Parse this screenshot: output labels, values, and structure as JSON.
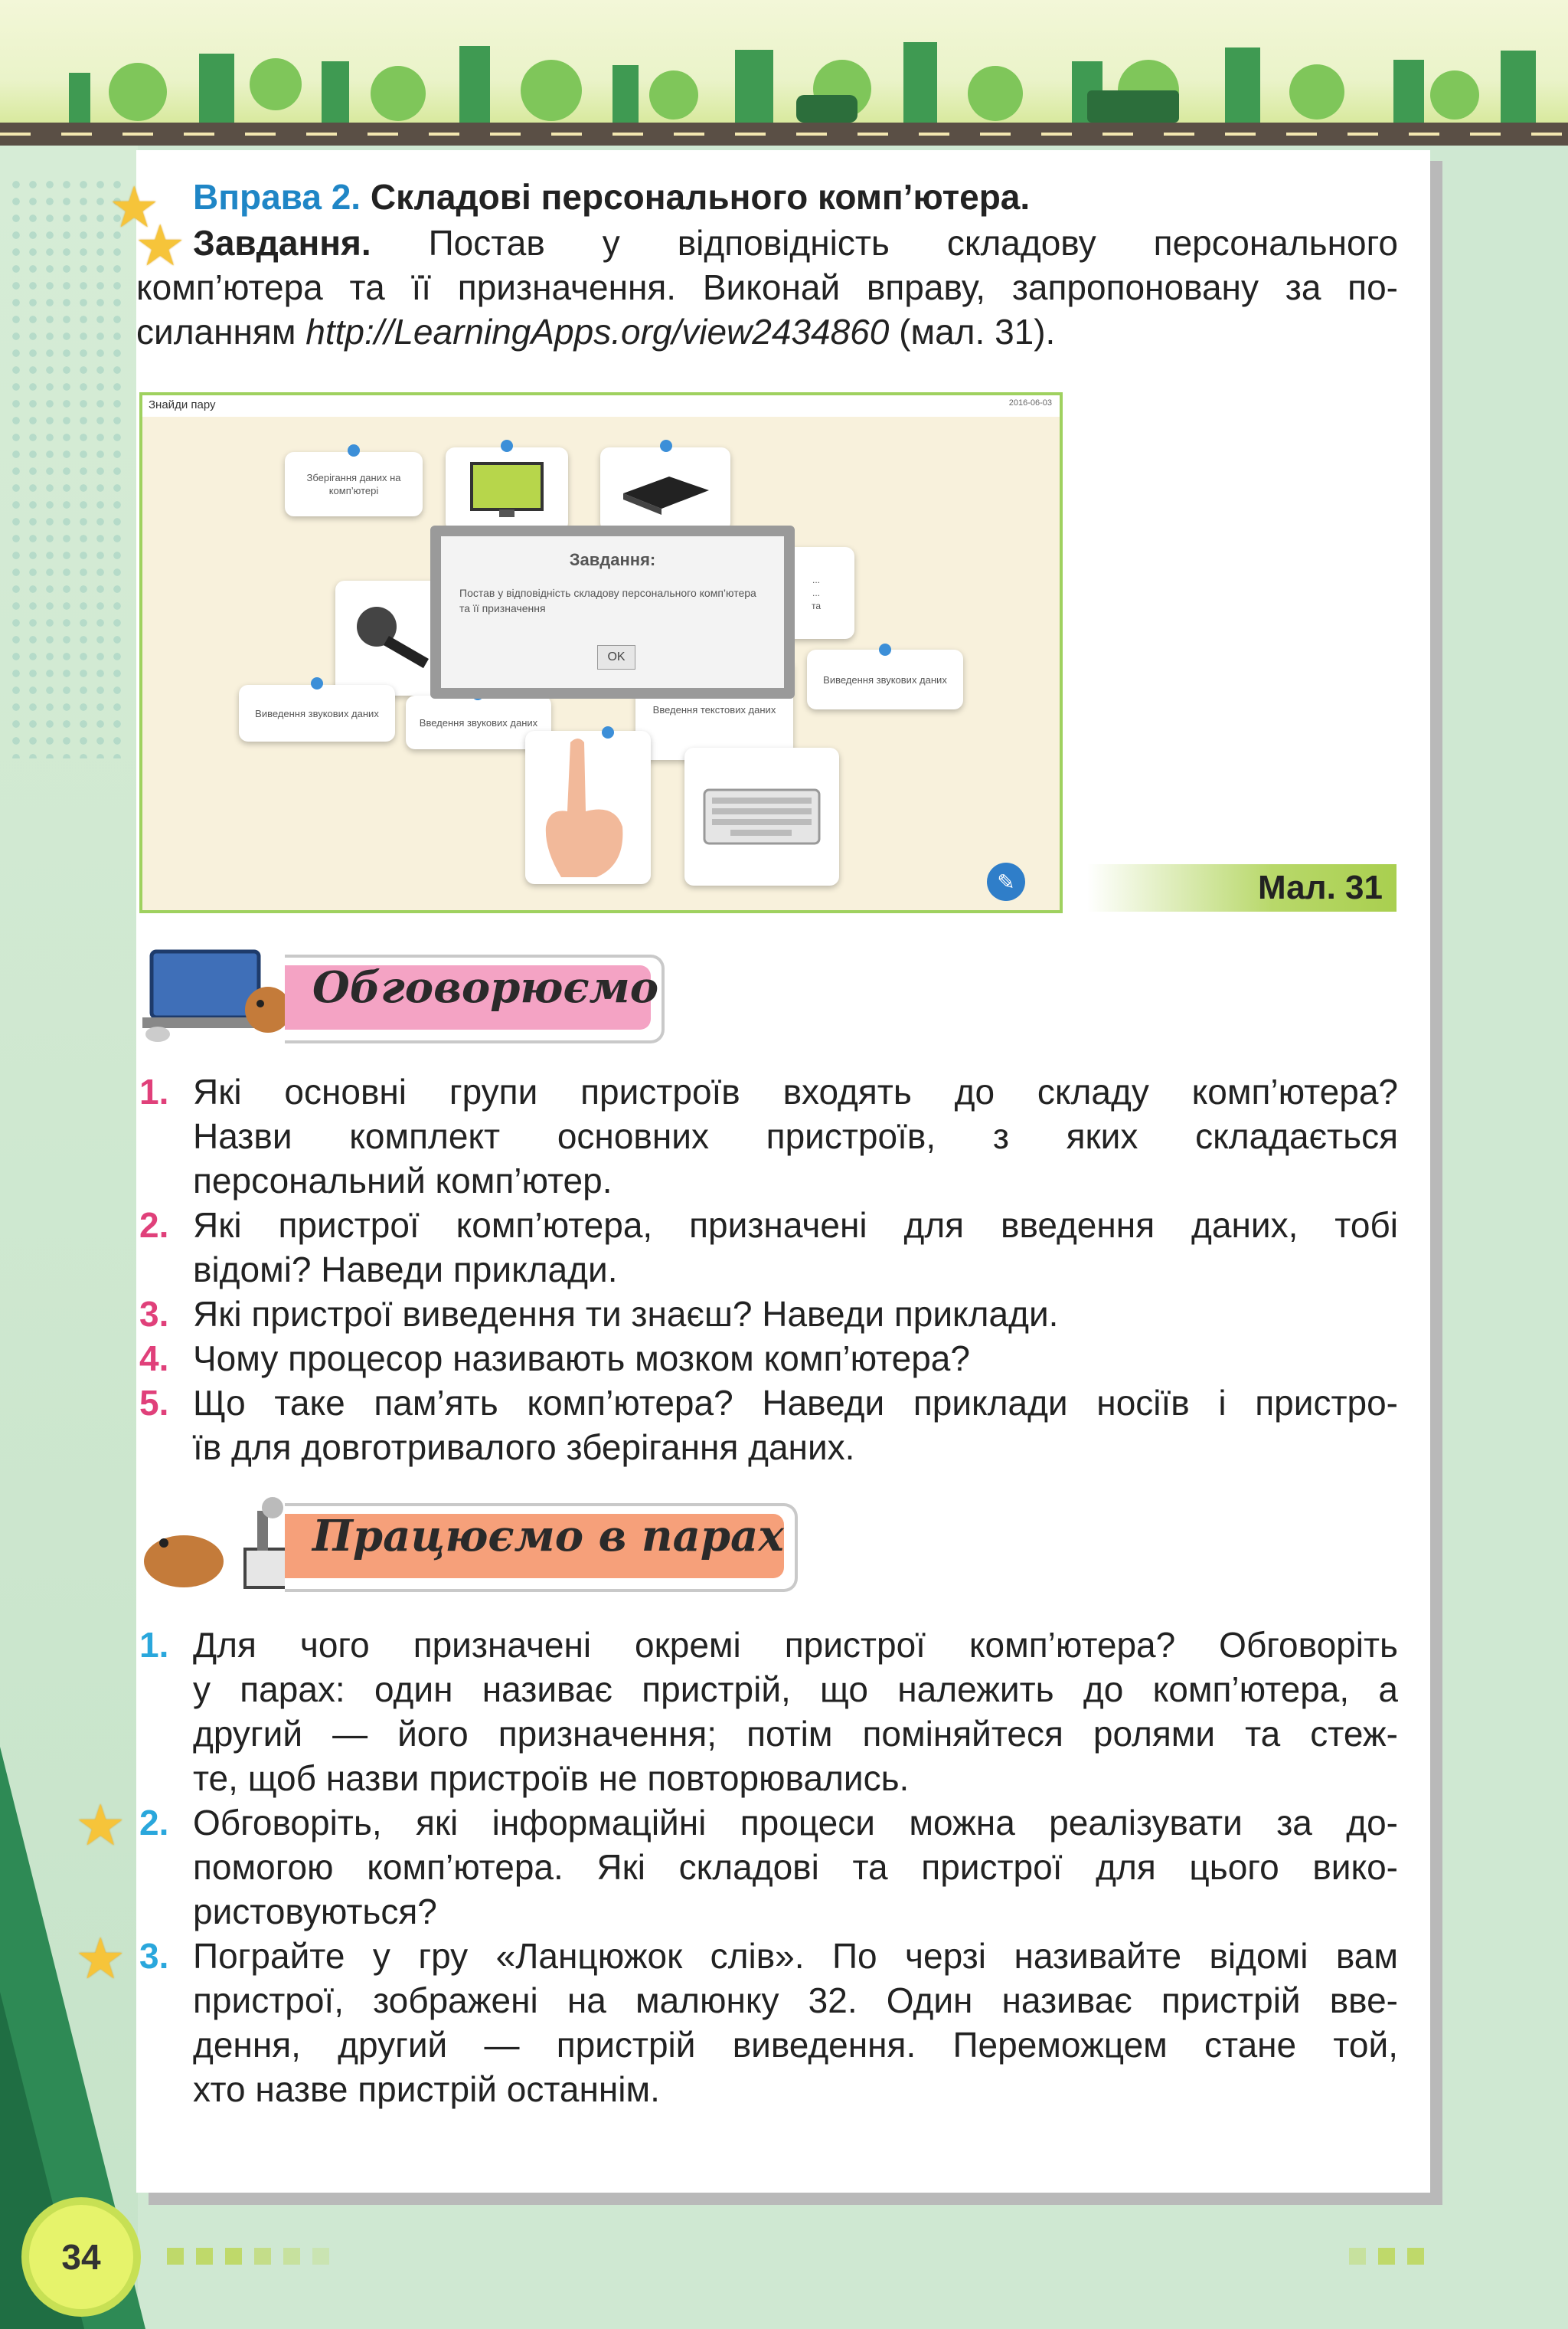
{
  "exercise": {
    "label": "Вправа 2.",
    "title": "Складові персонального комп’ютера.",
    "task_label": "Завдання.",
    "task_line1": "Постав у відповідність складову персонального",
    "task_line2": "комп’ютера та її призначення. Виконай вправу, запропоновану за по-",
    "task_line3_pre": "силанням",
    "task_link": "http://LearningApps.org/view2434860",
    "task_line3_post": "(мал. 31)."
  },
  "figure": {
    "app_title": "Знайди пару",
    "date": "2016-06-03",
    "cards": [
      "Зберігання даних на комп’ютері",
      "Введення звукових даних",
      "Виведення звукових даних",
      "Введення текстових даних",
      "Виведення звукових даних"
    ],
    "card_partial": "...\n...\nта",
    "dialog": {
      "title": "Завдання:",
      "text": "Постав у відповідність складову персонального комп’ютера та її призначення",
      "ok": "OK"
    },
    "caption": "Мал. 31"
  },
  "discuss": {
    "heading": "Обговорюємо",
    "items": [
      {
        "num": "1.",
        "lines": [
          "Які основні групи пристроїв входять до складу комп’ютера?",
          "Назви комплект основних пристроїв, з яких складається",
          "персональний комп’ютер."
        ]
      },
      {
        "num": "2.",
        "lines": [
          "Які пристрої комп’ютера, призначені для введення даних, тобі",
          "відомі? Наведи приклади."
        ]
      },
      {
        "num": "3.",
        "lines": [
          "Які пристрої виведення ти знаєш? Наведи приклади."
        ]
      },
      {
        "num": "4.",
        "lines": [
          "Чому процесор називають мозком комп’ютера?"
        ]
      },
      {
        "num": "5.",
        "lines": [
          "Що таке пам’ять комп’ютера? Наведи приклади носіїв і пристро-",
          "їв для довготривалого зберігання даних."
        ]
      }
    ]
  },
  "pairs": {
    "heading": "Працюємо в парах",
    "items": [
      {
        "num": "1.",
        "lines": [
          "Для чого призначені окремі пристрої комп’ютера? Обговоріть",
          "у парах: один називає пристрій, що належить до комп’ютера, а",
          "другий — його призначення; потім поміняйтеся ролями та стеж-",
          "те, щоб назви пристроїв не повторювались."
        ]
      },
      {
        "num": "2.",
        "lines": [
          "Обговоріть, які інформаційні процеси можна реалізувати за до-",
          "помогою комп’ютера. Які складові та пристрої для цього вико-",
          "ристовуються?"
        ]
      },
      {
        "num": "3.",
        "lines": [
          "Пограйте у гру «Ланцюжок слів». По черзі називайте відомі вам",
          "пристрої, зображені на малюнку 32. Один називає пристрій вве-",
          "дення, другий — пристрій виведення. Переможцем стане той,",
          "хто назве пристрій останнім."
        ]
      }
    ]
  },
  "page_number": "34",
  "colors": {
    "accent_blue": "#1f86c6",
    "number_pink": "#e0407a",
    "number_blue": "#2aa7dc",
    "discuss_banner": "#f4a3c4",
    "pairs_banner": "#f6a07a",
    "caption_green": "#a9cf4f"
  }
}
